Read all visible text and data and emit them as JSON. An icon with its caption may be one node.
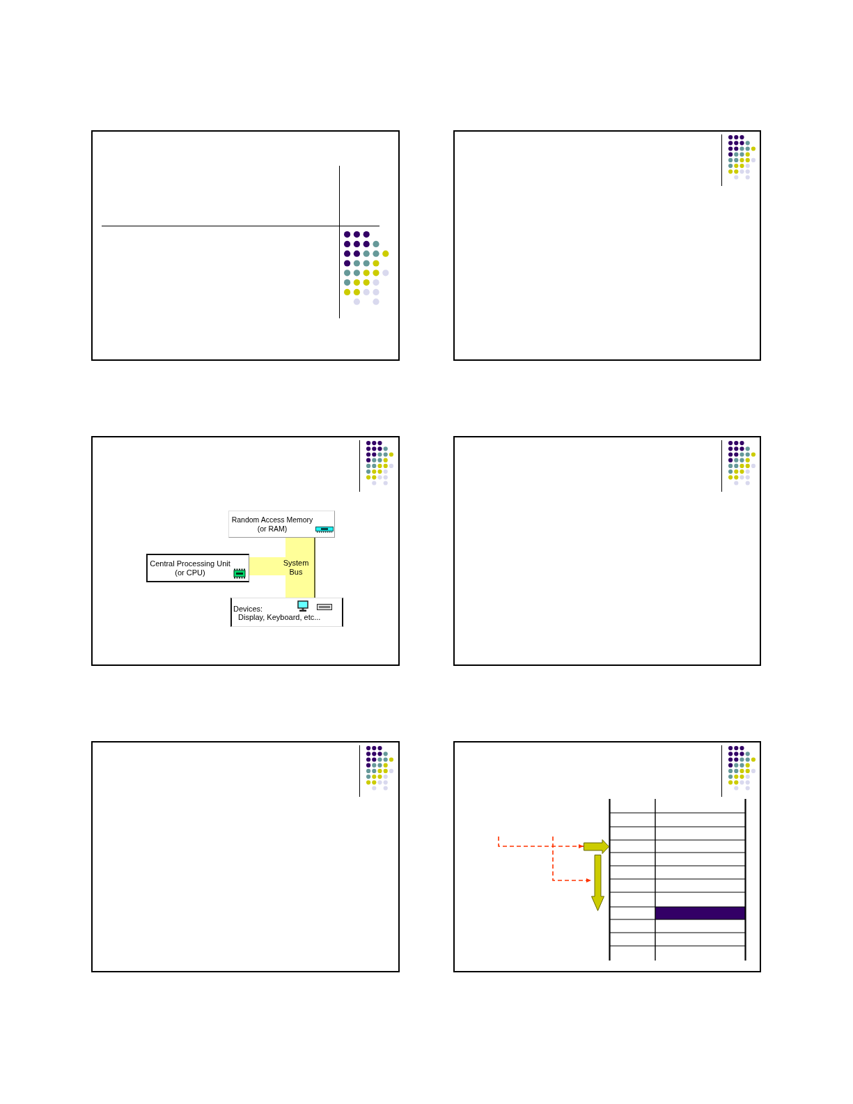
{
  "diagram": {
    "nodes": [
      {
        "text": [
          "Random Access Memory (or RAM)"
        ]
      },
      {
        "text": [
          "Central Processing Unit (or CPU)"
        ]
      },
      {
        "text": [
          "System Bus"
        ]
      },
      {
        "text": [
          "Devices:",
          "Display, Keyboard, etc..."
        ]
      },
      {
        "text": [],
        "shape": "arrow"
      },
      {
        "text": [],
        "shape": "arrow"
      }
    ],
    "edges": [
      {
        "from": null,
        "to": 4,
        "arrow": "to",
        "style": "dashed"
      },
      {
        "from": null,
        "to": 5,
        "arrow": "to",
        "style": "dashed"
      }
    ]
  }
}
